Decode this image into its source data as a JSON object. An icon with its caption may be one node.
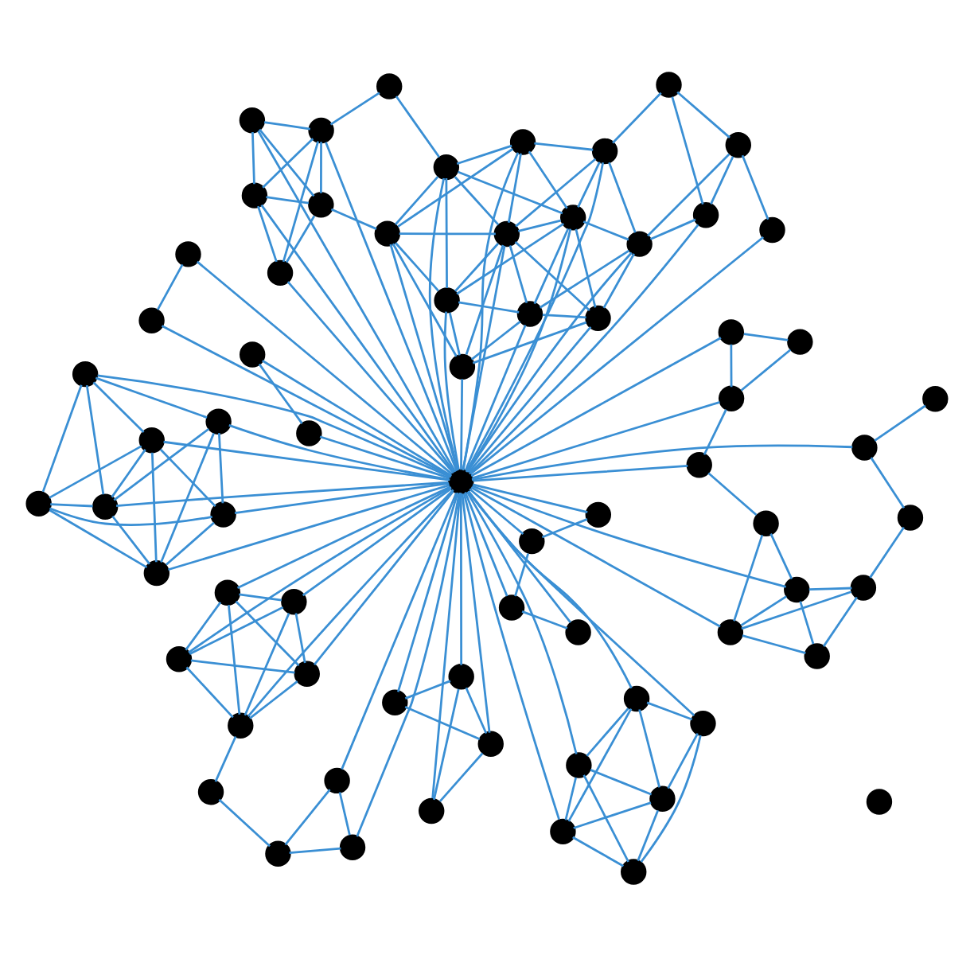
{
  "diagram": {
    "nodes": [
      {
        "text": [],
        "shape": "circle"
      },
      {
        "text": [],
        "shape": "circle"
      },
      {
        "text": [],
        "shape": "circle"
      },
      {
        "text": [],
        "shape": "circle"
      },
      {
        "text": [],
        "shape": "circle"
      },
      {
        "text": [],
        "shape": "circle"
      },
      {
        "text": [],
        "shape": "circle"
      },
      {
        "text": [],
        "shape": "circle"
      },
      {
        "text": [],
        "shape": "circle"
      },
      {
        "text": [],
        "shape": "circle"
      },
      {
        "text": [],
        "shape": "circle"
      },
      {
        "text": [],
        "shape": "circle"
      },
      {
        "text": [],
        "shape": "circle"
      },
      {
        "text": [],
        "shape": "circle"
      },
      {
        "text": [],
        "shape": "circle"
      },
      {
        "text": [],
        "shape": "circle"
      },
      {
        "text": [],
        "shape": "circle"
      },
      {
        "text": [],
        "shape": "circle"
      },
      {
        "text": [],
        "shape": "circle"
      },
      {
        "text": [],
        "shape": "circle"
      },
      {
        "text": [],
        "shape": "circle"
      },
      {
        "text": [],
        "shape": "circle"
      },
      {
        "text": [],
        "shape": "circle"
      },
      {
        "text": [],
        "shape": "circle"
      },
      {
        "text": [],
        "shape": "circle"
      },
      {
        "text": [],
        "shape": "circle"
      },
      {
        "text": [],
        "shape": "circle"
      },
      {
        "text": [],
        "shape": "circle"
      },
      {
        "text": [],
        "shape": "circle"
      },
      {
        "text": [],
        "shape": "circle"
      },
      {
        "text": [],
        "shape": "circle"
      },
      {
        "text": [],
        "shape": "circle"
      },
      {
        "text": [],
        "shape": "circle"
      },
      {
        "text": [],
        "shape": "circle"
      },
      {
        "text": [],
        "shape": "circle"
      },
      {
        "text": [],
        "shape": "circle"
      },
      {
        "text": [],
        "shape": "circle"
      },
      {
        "text": [],
        "shape": "circle"
      },
      {
        "text": [],
        "shape": "circle"
      },
      {
        "text": [],
        "shape": "circle"
      },
      {
        "text": [],
        "shape": "circle"
      },
      {
        "text": [],
        "shape": "circle"
      },
      {
        "text": [],
        "shape": "circle"
      },
      {
        "text": [],
        "shape": "circle"
      },
      {
        "text": [],
        "shape": "circle"
      },
      {
        "text": [],
        "shape": "circle"
      },
      {
        "text": [],
        "shape": "circle"
      },
      {
        "text": [],
        "shape": "circle"
      },
      {
        "text": [],
        "shape": "circle"
      },
      {
        "text": [],
        "shape": "circle"
      },
      {
        "text": [],
        "shape": "circle"
      },
      {
        "text": [],
        "shape": "circle"
      },
      {
        "text": [],
        "shape": "circle"
      },
      {
        "text": [],
        "shape": "circle"
      },
      {
        "text": [],
        "shape": "circle"
      },
      {
        "text": [],
        "shape": "circle"
      },
      {
        "text": [],
        "shape": "circle"
      },
      {
        "text": [],
        "shape": "circle"
      },
      {
        "text": [],
        "shape": "circle"
      },
      {
        "text": [],
        "shape": "circle"
      },
      {
        "text": [],
        "shape": "circle"
      },
      {
        "text": [],
        "shape": "circle"
      },
      {
        "text": [],
        "shape": "circle"
      },
      {
        "text": [],
        "shape": "circle"
      },
      {
        "text": [],
        "shape": "circle"
      },
      {
        "text": [],
        "shape": "circle"
      },
      {
        "text": [],
        "shape": "circle"
      },
      {
        "text": [],
        "shape": "circle"
      },
      {
        "text": [],
        "shape": "circle"
      }
    ],
    "edges": [
      {
        "from": 0,
        "to": 1,
        "arrow": "none"
      },
      {
        "from": 0,
        "to": 4,
        "arrow": "none"
      },
      {
        "from": 1,
        "to": 4,
        "arrow": "none"
      },
      {
        "from": 4,
        "to": 8,
        "arrow": "none"
      },
      {
        "from": 1,
        "to": 8,
        "arrow": "none"
      },
      {
        "from": 2,
        "to": 6,
        "arrow": "none"
      },
      {
        "from": 2,
        "to": 12,
        "arrow": "none"
      },
      {
        "from": 6,
        "to": 13,
        "arrow": "none"
      },
      {
        "from": 0,
        "to": 31,
        "arrow": "none"
      },
      {
        "from": 1,
        "to": 31,
        "arrow": "none"
      },
      {
        "from": 8,
        "to": 31,
        "arrow": "none"
      },
      {
        "from": 6,
        "to": 31,
        "arrow": "none"
      },
      {
        "from": 12,
        "to": 31,
        "arrow": "none"
      },
      {
        "from": 13,
        "to": 31,
        "arrow": "none"
      },
      {
        "from": 2,
        "to": 31,
        "arrow": "none"
      },
      {
        "from": 4,
        "to": 31,
        "arrow": "none"
      },
      {
        "from": 3,
        "to": 5,
        "arrow": "none"
      },
      {
        "from": 3,
        "to": 14,
        "arrow": "none"
      },
      {
        "from": 3,
        "to": 15,
        "arrow": "none"
      },
      {
        "from": 3,
        "to": 16,
        "arrow": "none"
      },
      {
        "from": 3,
        "to": 17,
        "arrow": "none"
      },
      {
        "from": 5,
        "to": 16,
        "arrow": "none"
      },
      {
        "from": 5,
        "to": 17,
        "arrow": "none"
      },
      {
        "from": 5,
        "to": 15,
        "arrow": "none"
      },
      {
        "from": 14,
        "to": 15,
        "arrow": "none"
      },
      {
        "from": 15,
        "to": 16,
        "arrow": "none"
      },
      {
        "from": 16,
        "to": 17,
        "arrow": "none"
      },
      {
        "from": 16,
        "to": 20,
        "arrow": "none"
      },
      {
        "from": 17,
        "to": 20,
        "arrow": "none"
      },
      {
        "from": 14,
        "to": 20,
        "arrow": "none"
      },
      {
        "from": 15,
        "to": 20,
        "arrow": "none"
      },
      {
        "from": 5,
        "to": 14,
        "arrow": "none"
      },
      {
        "from": 14,
        "to": 31,
        "arrow": "none"
      },
      {
        "from": 15,
        "to": 31,
        "arrow": "none"
      },
      {
        "from": 16,
        "to": 31,
        "arrow": "none"
      },
      {
        "from": 17,
        "to": 31,
        "arrow": "none"
      },
      {
        "from": 20,
        "to": 31,
        "arrow": "none"
      },
      {
        "from": 3,
        "to": 31,
        "arrow": "none"
      },
      {
        "from": 24,
        "to": 26,
        "arrow": "none"
      },
      {
        "from": 25,
        "to": 26,
        "arrow": "none"
      },
      {
        "from": 25,
        "to": 28,
        "arrow": "none"
      },
      {
        "from": 28,
        "to": 29,
        "arrow": "none"
      },
      {
        "from": 29,
        "to": 36,
        "arrow": "none"
      },
      {
        "from": 28,
        "to": 36,
        "arrow": "none"
      },
      {
        "from": 29,
        "to": 44,
        "arrow": "none"
      },
      {
        "from": 28,
        "to": 44,
        "arrow": "none"
      },
      {
        "from": 36,
        "to": 44,
        "arrow": "none"
      },
      {
        "from": 34,
        "to": 29,
        "arrow": "none"
      },
      {
        "from": 34,
        "to": 36,
        "arrow": "none"
      },
      {
        "from": 32,
        "to": 43,
        "arrow": "none"
      },
      {
        "from": 42,
        "to": 43,
        "arrow": "none"
      },
      {
        "from": 43,
        "to": 48,
        "arrow": "none"
      },
      {
        "from": 42,
        "to": 48,
        "arrow": "none"
      },
      {
        "from": 32,
        "to": 34,
        "arrow": "none"
      },
      {
        "from": 26,
        "to": 31,
        "arrow": "none"
      },
      {
        "from": 32,
        "to": 31,
        "arrow": "none"
      },
      {
        "from": 29,
        "to": 31,
        "arrow": "none"
      },
      {
        "from": 36,
        "to": 31,
        "arrow": "none"
      },
      {
        "from": 43,
        "to": 31,
        "arrow": "none"
      },
      {
        "from": 48,
        "to": 31,
        "arrow": "none"
      },
      {
        "from": 19,
        "to": 23,
        "arrow": "none"
      },
      {
        "from": 19,
        "to": 9,
        "arrow": "none"
      },
      {
        "from": 23,
        "to": 9,
        "arrow": "none"
      },
      {
        "from": 9,
        "to": 7,
        "arrow": "none"
      },
      {
        "from": 7,
        "to": 21,
        "arrow": "none"
      },
      {
        "from": 10,
        "to": 11,
        "arrow": "none"
      },
      {
        "from": 10,
        "to": 18,
        "arrow": "none"
      },
      {
        "from": 10,
        "to": 22,
        "arrow": "none"
      },
      {
        "from": 11,
        "to": 18,
        "arrow": "none"
      },
      {
        "from": 11,
        "to": 21,
        "arrow": "none"
      },
      {
        "from": 11,
        "to": 22,
        "arrow": "none"
      },
      {
        "from": 18,
        "to": 21,
        "arrow": "none"
      },
      {
        "from": 18,
        "to": 22,
        "arrow": "none"
      },
      {
        "from": 21,
        "to": 22,
        "arrow": "none"
      },
      {
        "from": 10,
        "to": 21,
        "arrow": "none"
      },
      {
        "from": 27,
        "to": 30,
        "arrow": "none"
      },
      {
        "from": 19,
        "to": 31,
        "arrow": "none"
      },
      {
        "from": 23,
        "to": 31,
        "arrow": "none"
      },
      {
        "from": 27,
        "to": 31,
        "arrow": "none"
      },
      {
        "from": 30,
        "to": 31,
        "arrow": "none"
      },
      {
        "from": 10,
        "to": 31,
        "arrow": "none"
      },
      {
        "from": 11,
        "to": 31,
        "arrow": "none"
      },
      {
        "from": 21,
        "to": 31,
        "arrow": "none"
      },
      {
        "from": 22,
        "to": 31,
        "arrow": "none"
      },
      {
        "from": 18,
        "to": 31,
        "arrow": "none"
      },
      {
        "from": 37,
        "to": 38,
        "arrow": "none"
      },
      {
        "from": 38,
        "to": 39,
        "arrow": "none"
      },
      {
        "from": 37,
        "to": 49,
        "arrow": "none"
      },
      {
        "from": 37,
        "to": 51,
        "arrow": "none"
      },
      {
        "from": 38,
        "to": 49,
        "arrow": "none"
      },
      {
        "from": 38,
        "to": 51,
        "arrow": "none"
      },
      {
        "from": 39,
        "to": 49,
        "arrow": "none"
      },
      {
        "from": 39,
        "to": 51,
        "arrow": "none"
      },
      {
        "from": 49,
        "to": 51,
        "arrow": "none"
      },
      {
        "from": 51,
        "to": 57,
        "arrow": "none"
      },
      {
        "from": 57,
        "to": 47,
        "arrow": "none"
      },
      {
        "from": 37,
        "to": 31,
        "arrow": "none"
      },
      {
        "from": 38,
        "to": 31,
        "arrow": "none"
      },
      {
        "from": 39,
        "to": 31,
        "arrow": "none"
      },
      {
        "from": 49,
        "to": 40,
        "arrow": "none"
      },
      {
        "from": 51,
        "to": 31,
        "arrow": "none"
      },
      {
        "from": 33,
        "to": 35,
        "arrow": "none"
      },
      {
        "from": 33,
        "to": 41,
        "arrow": "none"
      },
      {
        "from": 33,
        "to": 46,
        "arrow": "none"
      },
      {
        "from": 33,
        "to": 40,
        "arrow": "none"
      },
      {
        "from": 35,
        "to": 45,
        "arrow": "none"
      },
      {
        "from": 35,
        "to": 46,
        "arrow": "none"
      },
      {
        "from": 35,
        "to": 52,
        "arrow": "none"
      },
      {
        "from": 40,
        "to": 41,
        "arrow": "none"
      },
      {
        "from": 40,
        "to": 47,
        "arrow": "none"
      },
      {
        "from": 40,
        "to": 53,
        "arrow": "none"
      },
      {
        "from": 41,
        "to": 46,
        "arrow": "none"
      },
      {
        "from": 41,
        "to": 47,
        "arrow": "none"
      },
      {
        "from": 41,
        "to": 50,
        "arrow": "none"
      },
      {
        "from": 45,
        "to": 46,
        "arrow": "none"
      },
      {
        "from": 45,
        "to": 52,
        "arrow": "none"
      },
      {
        "from": 45,
        "to": 50,
        "arrow": "none"
      },
      {
        "from": 46,
        "to": 47,
        "arrow": "none"
      },
      {
        "from": 46,
        "to": 50,
        "arrow": "none"
      },
      {
        "from": 46,
        "to": 53,
        "arrow": "none"
      },
      {
        "from": 46,
        "to": 54,
        "arrow": "none"
      },
      {
        "from": 47,
        "to": 50,
        "arrow": "none"
      },
      {
        "from": 47,
        "to": 53,
        "arrow": "none"
      },
      {
        "from": 50,
        "to": 52,
        "arrow": "none"
      },
      {
        "from": 50,
        "to": 53,
        "arrow": "none"
      },
      {
        "from": 50,
        "to": 54,
        "arrow": "none"
      },
      {
        "from": 52,
        "to": 54,
        "arrow": "none"
      },
      {
        "from": 53,
        "to": 54,
        "arrow": "none"
      },
      {
        "from": 40,
        "to": 46,
        "arrow": "none"
      },
      {
        "from": 41,
        "to": 45,
        "arrow": "none"
      },
      {
        "from": 33,
        "to": 45,
        "arrow": "none"
      },
      {
        "from": 35,
        "to": 50,
        "arrow": "none"
      },
      {
        "from": 33,
        "to": 31,
        "arrow": "none"
      },
      {
        "from": 35,
        "to": 31,
        "arrow": "none"
      },
      {
        "from": 40,
        "to": 31,
        "arrow": "none"
      },
      {
        "from": 41,
        "to": 31,
        "arrow": "none"
      },
      {
        "from": 45,
        "to": 31,
        "arrow": "none"
      },
      {
        "from": 46,
        "to": 31,
        "arrow": "none"
      },
      {
        "from": 47,
        "to": 31,
        "arrow": "none"
      },
      {
        "from": 50,
        "to": 31,
        "arrow": "none"
      },
      {
        "from": 52,
        "to": 31,
        "arrow": "none"
      },
      {
        "from": 53,
        "to": 31,
        "arrow": "none"
      },
      {
        "from": 54,
        "to": 31,
        "arrow": "none"
      },
      {
        "from": 59,
        "to": 54,
        "arrow": "none"
      },
      {
        "from": 59,
        "to": 62,
        "arrow": "none"
      },
      {
        "from": 59,
        "to": 67,
        "arrow": "none"
      },
      {
        "from": 62,
        "to": 67,
        "arrow": "none"
      },
      {
        "from": 67,
        "to": 64,
        "arrow": "none"
      },
      {
        "from": 62,
        "to": 31,
        "arrow": "none"
      },
      {
        "from": 64,
        "to": 31,
        "arrow": "none"
      },
      {
        "from": 62,
        "to": 52,
        "arrow": "none"
      },
      {
        "from": 67,
        "to": 52,
        "arrow": "none"
      },
      {
        "from": 55,
        "to": 56,
        "arrow": "none"
      },
      {
        "from": 55,
        "to": 58,
        "arrow": "none"
      },
      {
        "from": 55,
        "to": 60,
        "arrow": "none"
      },
      {
        "from": 55,
        "to": 63,
        "arrow": "none"
      },
      {
        "from": 56,
        "to": 58,
        "arrow": "none"
      },
      {
        "from": 56,
        "to": 60,
        "arrow": "none"
      },
      {
        "from": 56,
        "to": 63,
        "arrow": "none"
      },
      {
        "from": 58,
        "to": 60,
        "arrow": "none"
      },
      {
        "from": 58,
        "to": 66,
        "arrow": "none"
      },
      {
        "from": 60,
        "to": 63,
        "arrow": "none"
      },
      {
        "from": 60,
        "to": 66,
        "arrow": "none"
      },
      {
        "from": 63,
        "to": 66,
        "arrow": "none"
      },
      {
        "from": 61,
        "to": 65,
        "arrow": "none"
      },
      {
        "from": 55,
        "to": 31,
        "arrow": "none"
      },
      {
        "from": 56,
        "to": 31,
        "arrow": "none"
      },
      {
        "from": 58,
        "to": 31,
        "arrow": "none"
      },
      {
        "from": 66,
        "to": 31,
        "arrow": "none"
      },
      {
        "from": 65,
        "to": 31,
        "arrow": "none"
      },
      {
        "from": 61,
        "to": 31,
        "arrow": "none"
      }
    ]
  }
}
